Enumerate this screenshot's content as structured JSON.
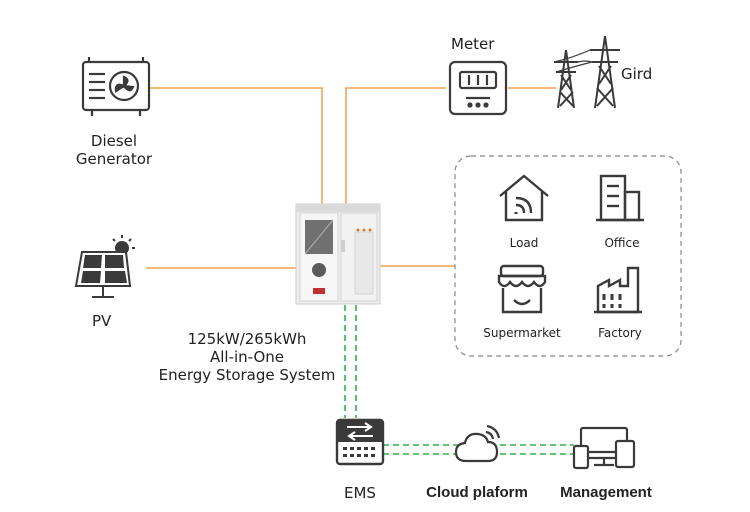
{
  "nodes": {
    "diesel_generator": {
      "label_line1": "Diesel",
      "label_line2": "Generator"
    },
    "meter": {
      "label": "Meter"
    },
    "grid": {
      "label": "Gird"
    },
    "pv": {
      "label": "PV"
    },
    "storage": {
      "line1": "125kW/265kWh",
      "line2": "All-in-One",
      "line3": "Energy Storage System"
    },
    "loads": [
      {
        "label": "Load",
        "icon": "house-wifi-icon"
      },
      {
        "label": "Office",
        "icon": "office-building-icon"
      },
      {
        "label": "Supermarket",
        "icon": "supermarket-icon"
      },
      {
        "label": "Factory",
        "icon": "factory-icon"
      }
    ],
    "ems": {
      "label": "EMS"
    },
    "cloud": {
      "label": "Cloud plaform"
    },
    "management": {
      "label": "Management"
    }
  },
  "colors": {
    "power_line": "#F0A04B",
    "comm_line": "#2FB34A",
    "icon": "#3a3a3a",
    "group_border": "#888888"
  }
}
